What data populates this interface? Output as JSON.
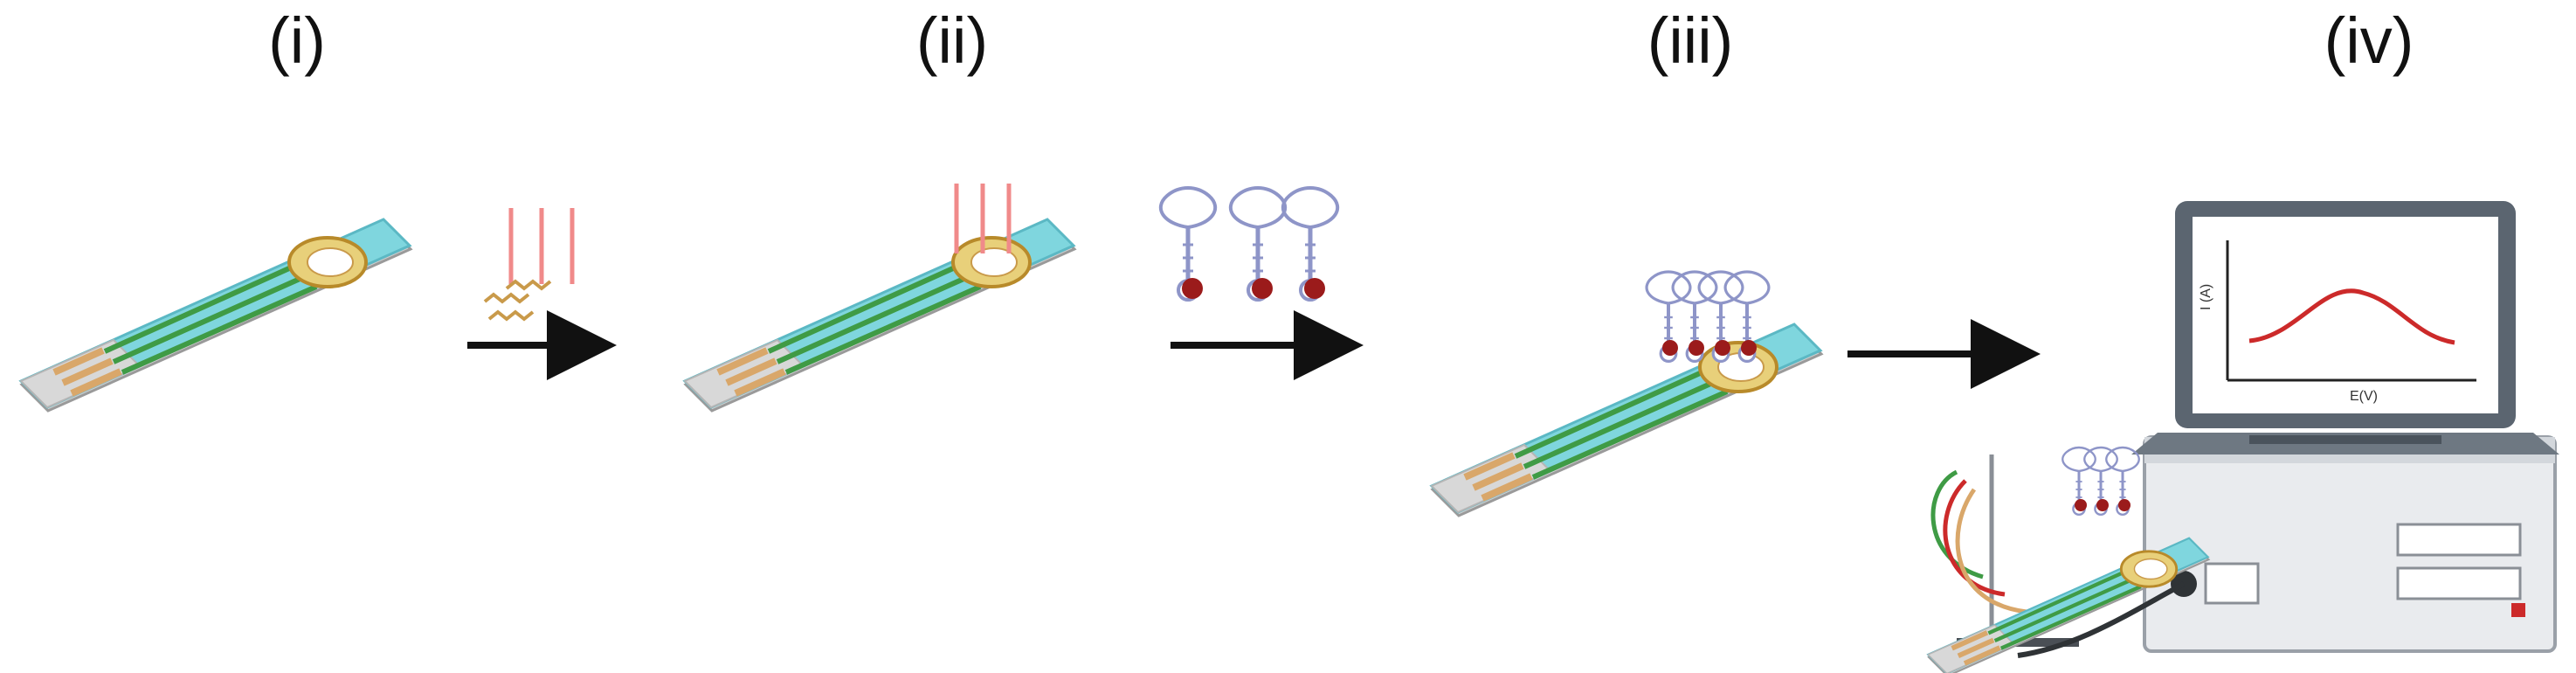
{
  "steps": [
    {
      "id": "i",
      "label": "(i)"
    },
    {
      "id": "ii",
      "label": "(ii)"
    },
    {
      "id": "iii",
      "label": "(iii)"
    },
    {
      "id": "iv",
      "label": "(iv)"
    }
  ],
  "plot": {
    "ylabel": "I (A)",
    "xlabel": "E(V)"
  },
  "colors": {
    "substrate": "#7fd6de",
    "substrate_edge": "#5bb8c4",
    "track": "#3f9b45",
    "contact": "#d9a76a",
    "electrode": "#e8d07a",
    "laser": "#f08a8a",
    "heat": "#c99a4a",
    "aptamer": "#8e95c8",
    "bead": "#9b1b1b",
    "arrow": "#111111",
    "case": "#e9ebee",
    "laptop": "#5b6570"
  }
}
